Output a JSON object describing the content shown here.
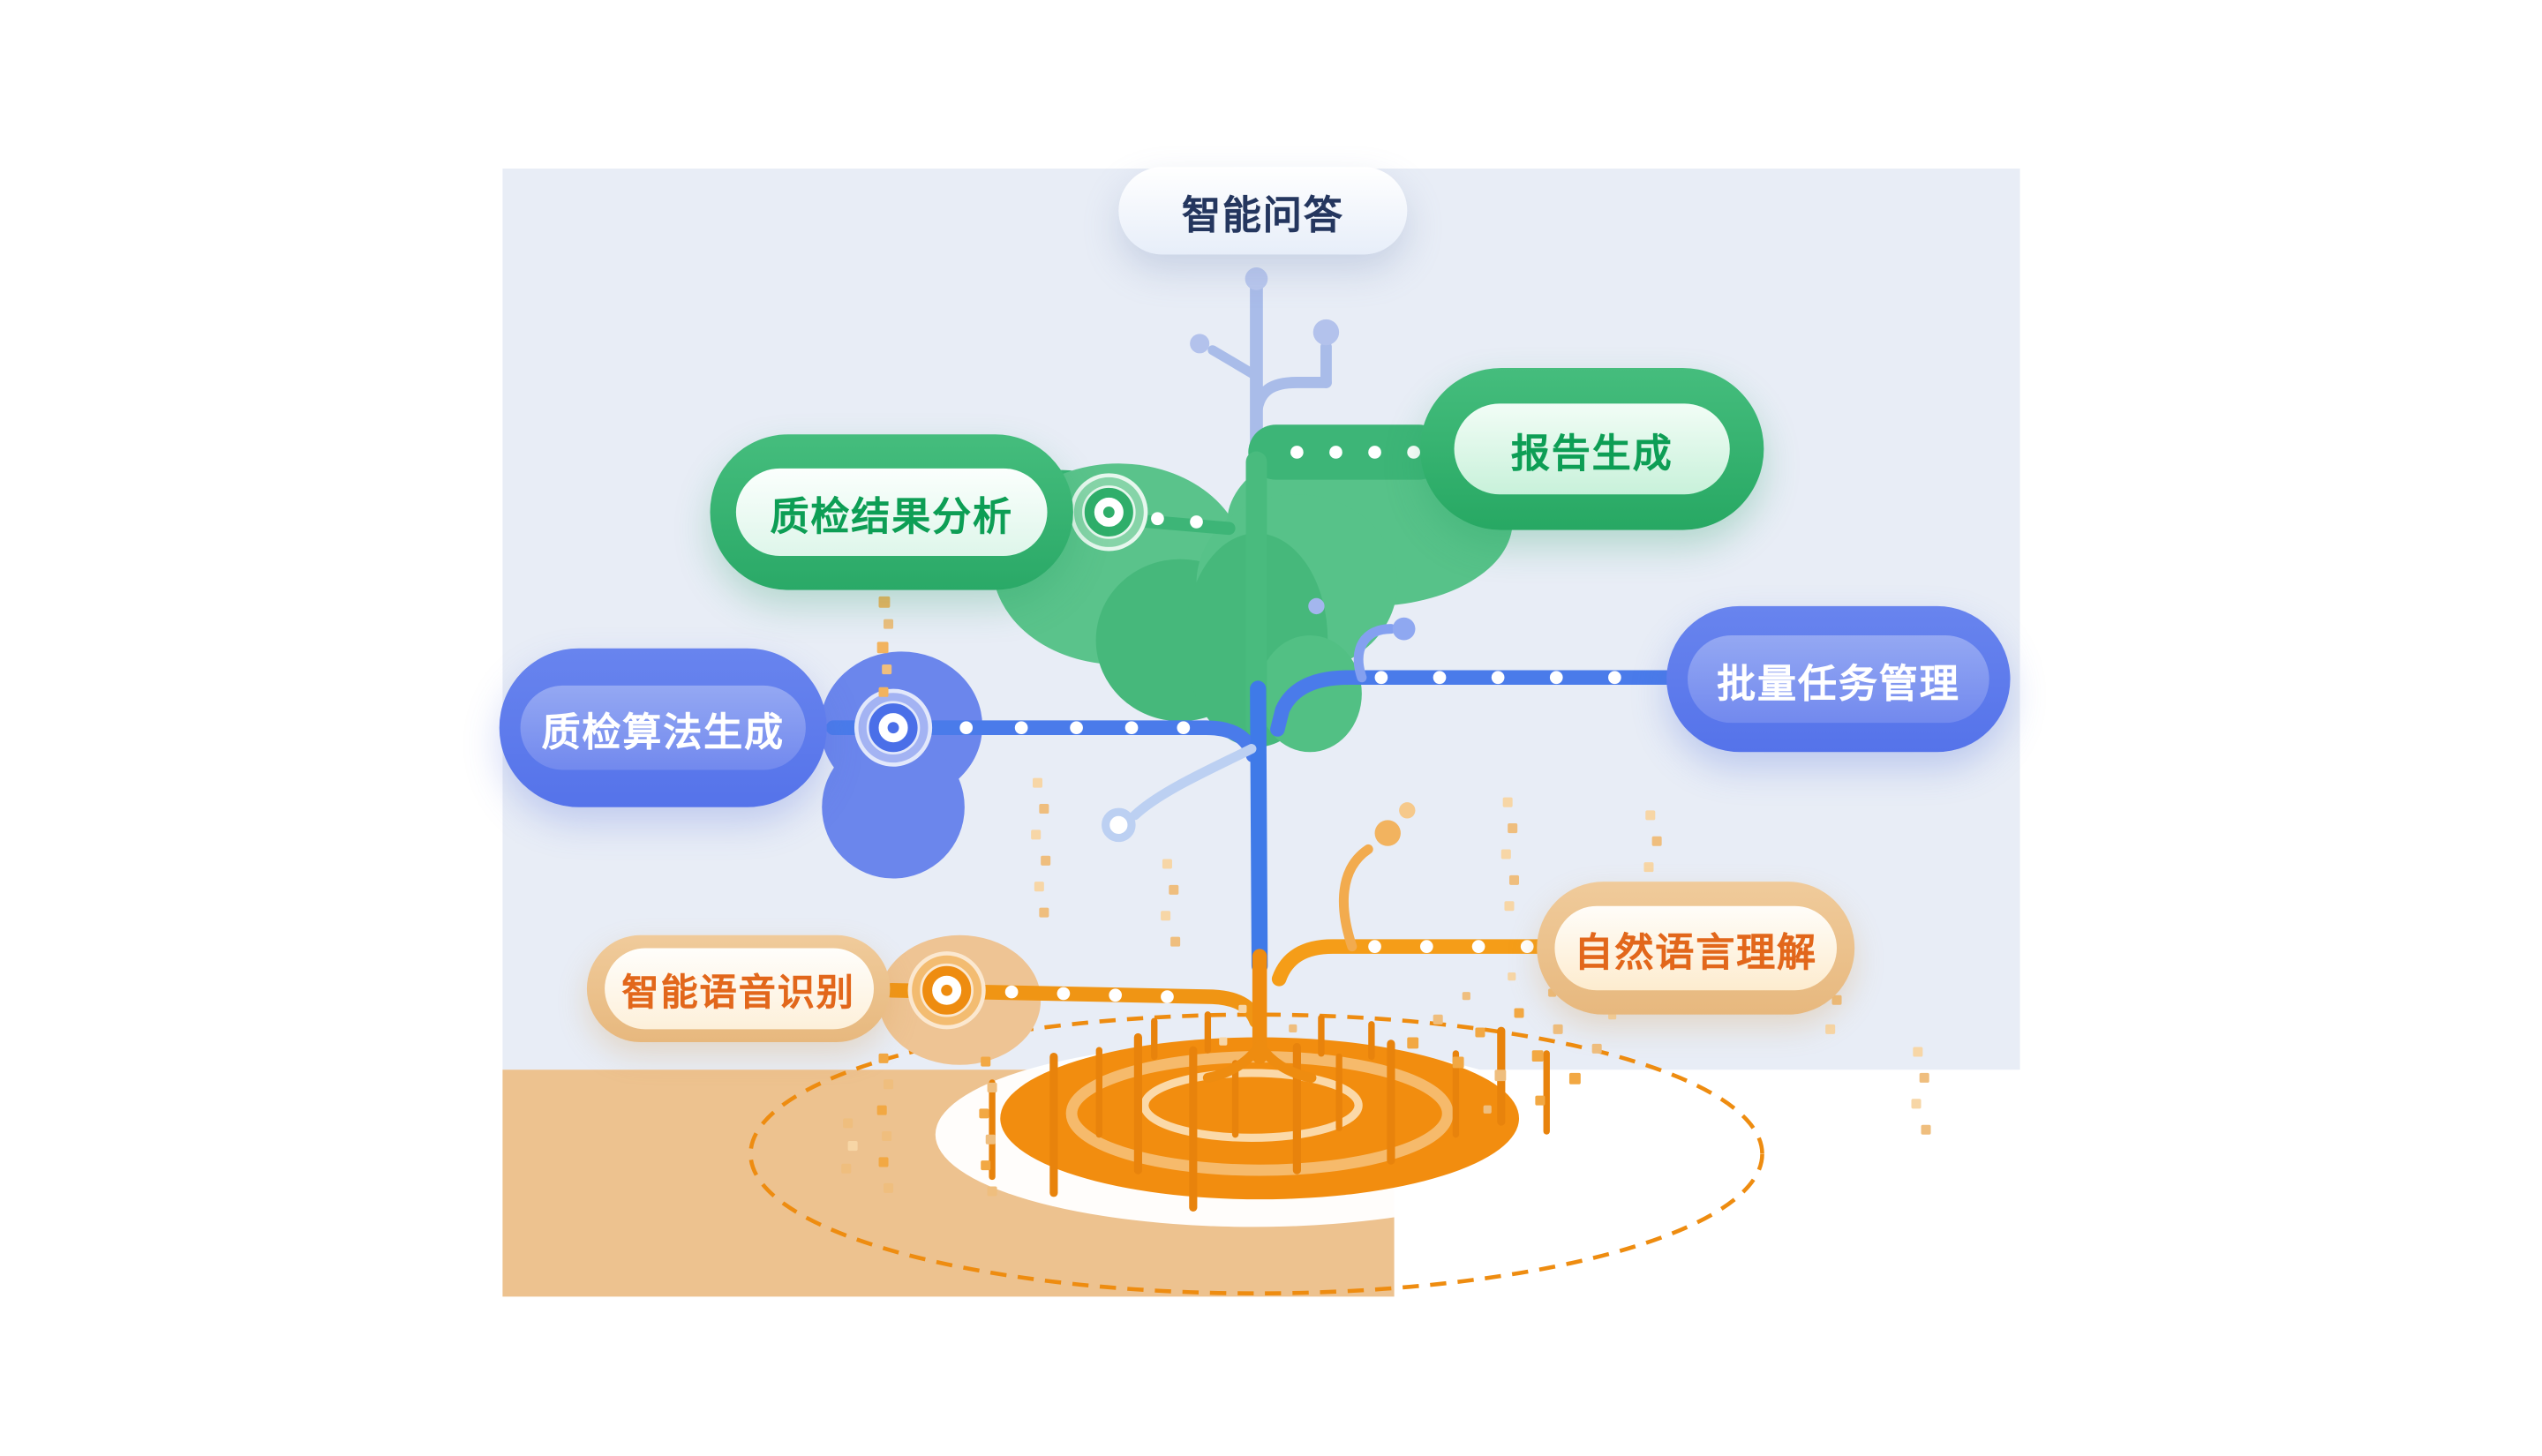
{
  "nodes": {
    "qa": {
      "label": "智能问答"
    },
    "report": {
      "label": "报告生成"
    },
    "result": {
      "label": "质检结果分析"
    },
    "batch": {
      "label": "批量任务管理"
    },
    "algo": {
      "label": "质检算法生成"
    },
    "nlu": {
      "label": "自然语言理解"
    },
    "asr": {
      "label": "智能语音识别"
    }
  },
  "palette": {
    "panel_bg": "#e8edf6",
    "ground_tan": "#edc28f",
    "green_dark": "#2fae6a",
    "green_leaf": "#57c289",
    "green_text": "#0d9e55",
    "blue_node": "#5f7ded",
    "blue_branch": "#4a7bea",
    "sprout_blue": "#a9bce9",
    "orange_deep": "#ee8c10",
    "orange_branch": "#f59d18",
    "orange_text": "#e2671b",
    "tan_node": "#ecc28e",
    "qa_text": "#24365e",
    "dot_white": "#ffffff"
  }
}
